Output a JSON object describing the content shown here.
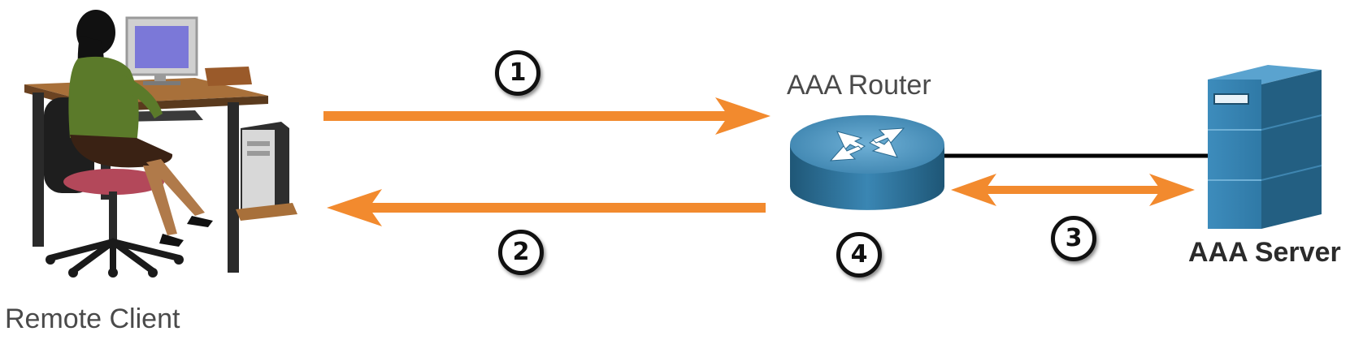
{
  "labels": {
    "remote_client": "Remote Client",
    "aaa_router": "AAA Router",
    "aaa_server": "AAA Server"
  },
  "steps": [
    "1",
    "2",
    "3",
    "4"
  ],
  "colors": {
    "arrow": "#f28a2e",
    "router": "#2f6f95",
    "server": "#2f7aa5",
    "link": "#000000"
  }
}
